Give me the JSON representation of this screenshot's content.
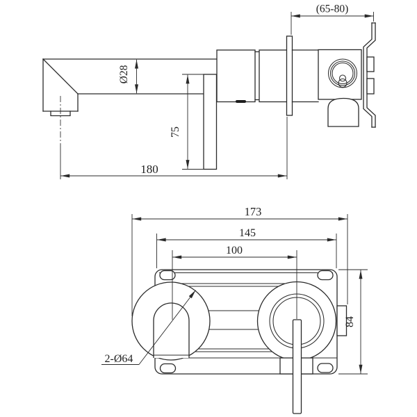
{
  "colors": {
    "background": "#ffffff",
    "line": "#2a2a2a",
    "text": "#1f1f1f"
  },
  "side_view": {
    "dims": {
      "wall_depth": "(65-80)",
      "spout_diameter": "Ø28",
      "handle_length": "75",
      "spout_reach": "180"
    }
  },
  "front_view": {
    "dims": {
      "overall_width": "173",
      "body_width": "145",
      "hole_centers": "100",
      "plate_height": "84",
      "escutcheons": "2-Ø64"
    }
  }
}
